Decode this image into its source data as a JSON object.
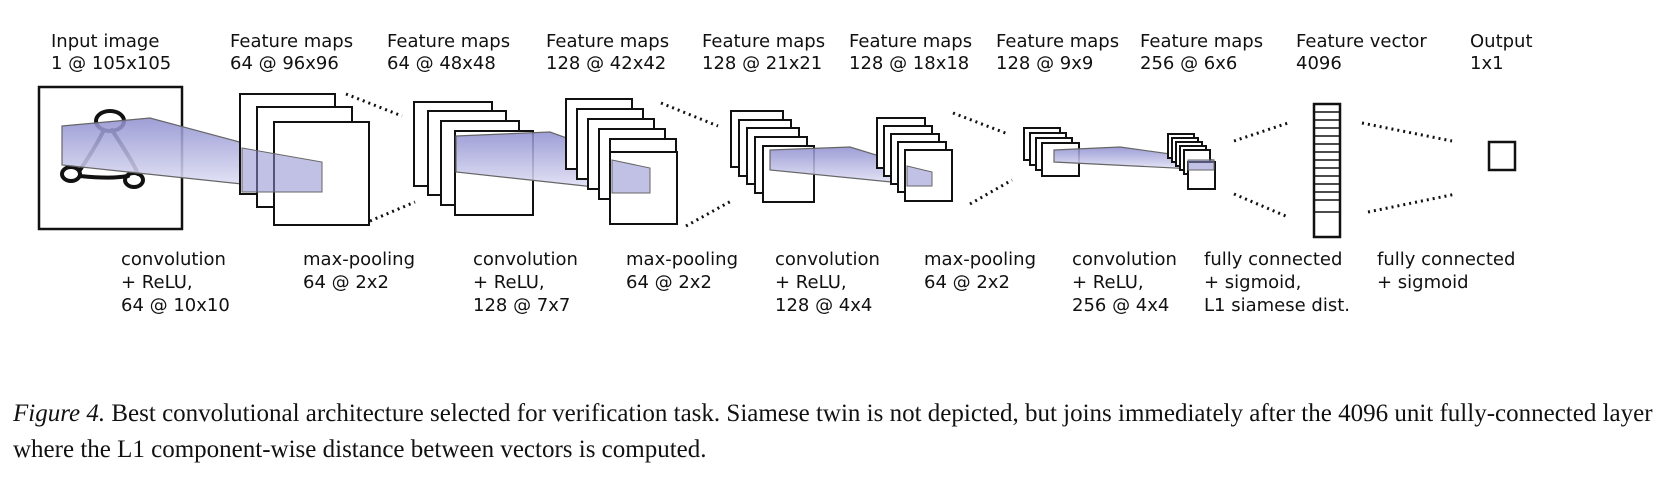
{
  "top_labels": [
    {
      "title": "Input image",
      "value": "1 @ 105x105"
    },
    {
      "title": "Feature maps",
      "value": "64 @ 96x96"
    },
    {
      "title": "Feature maps",
      "value": "64 @ 48x48"
    },
    {
      "title": "Feature maps",
      "value": "128 @ 42x42"
    },
    {
      "title": "Feature maps",
      "value": "128 @ 21x21"
    },
    {
      "title": "Feature maps",
      "value": "128 @ 18x18"
    },
    {
      "title": "Feature maps",
      "value": "128 @ 9x9"
    },
    {
      "title": "Feature maps",
      "value": "256 @ 6x6"
    },
    {
      "title": "Feature vector",
      "value": "4096"
    },
    {
      "title": "Output",
      "value": "1x1"
    }
  ],
  "operations": [
    {
      "line1": "convolution",
      "line2": "+ ReLU,",
      "line3": "64 @ 10x10"
    },
    {
      "line1": "max-pooling",
      "line2": "64 @ 2x2",
      "line3": ""
    },
    {
      "line1": "convolution",
      "line2": "+ ReLU,",
      "line3": "128 @ 7x7"
    },
    {
      "line1": "max-pooling",
      "line2": "64 @ 2x2",
      "line3": ""
    },
    {
      "line1": "convolution",
      "line2": "+ ReLU,",
      "line3": "128 @ 4x4"
    },
    {
      "line1": "max-pooling",
      "line2": "64 @ 2x2",
      "line3": ""
    },
    {
      "line1": "convolution",
      "line2": "+ ReLU,",
      "line3": "256 @ 4x4"
    },
    {
      "line1": "fully connected",
      "line2": "+ sigmoid,",
      "line3": "L1 siamese dist."
    },
    {
      "line1": "fully connected",
      "line2": "+ sigmoid",
      "line3": ""
    }
  ],
  "caption": {
    "label": "Figure 4.",
    "text": "Best convolutional architecture selected for verification task.  Siamese twin is not depicted, but joins immediately after the 4096 unit fully-connected layer where the L1 component-wise distance between vectors is computed."
  },
  "colors": {
    "stroke": "#111111",
    "kernel_fill": "#8e8ed0",
    "kernel_fill_light": "#e8e8f8"
  }
}
